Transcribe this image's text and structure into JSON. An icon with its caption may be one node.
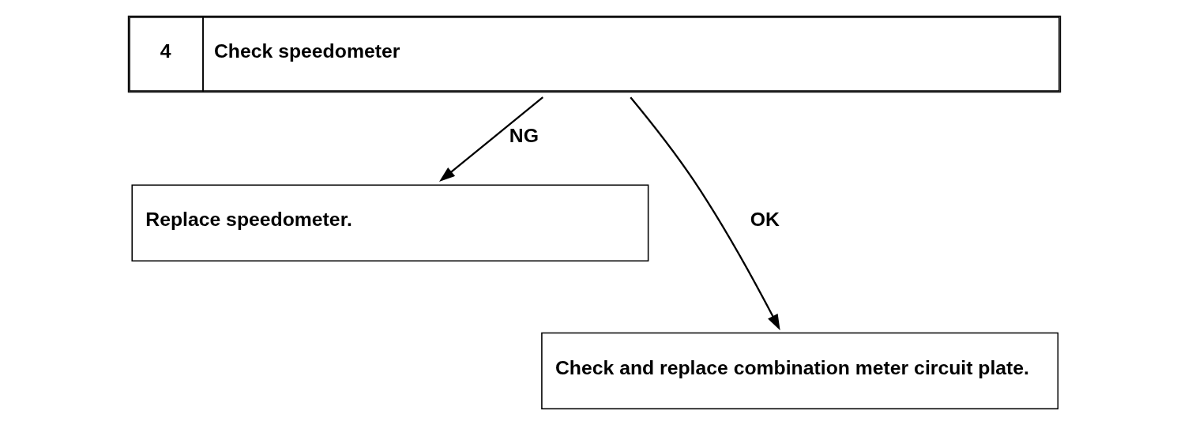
{
  "diagram": {
    "nodes": [
      {
        "text": [
          "4",
          "Check speedometer"
        ]
      },
      {
        "text": [
          "Replace speedometer."
        ]
      },
      {
        "text": [
          "Check and replace combination meter circuit plate."
        ]
      }
    ],
    "edges": [
      {
        "from": 0,
        "to": 1,
        "arrow": "to",
        "label": "NG"
      },
      {
        "from": 0,
        "to": 2,
        "arrow": "to",
        "label": "OK"
      }
    ]
  }
}
